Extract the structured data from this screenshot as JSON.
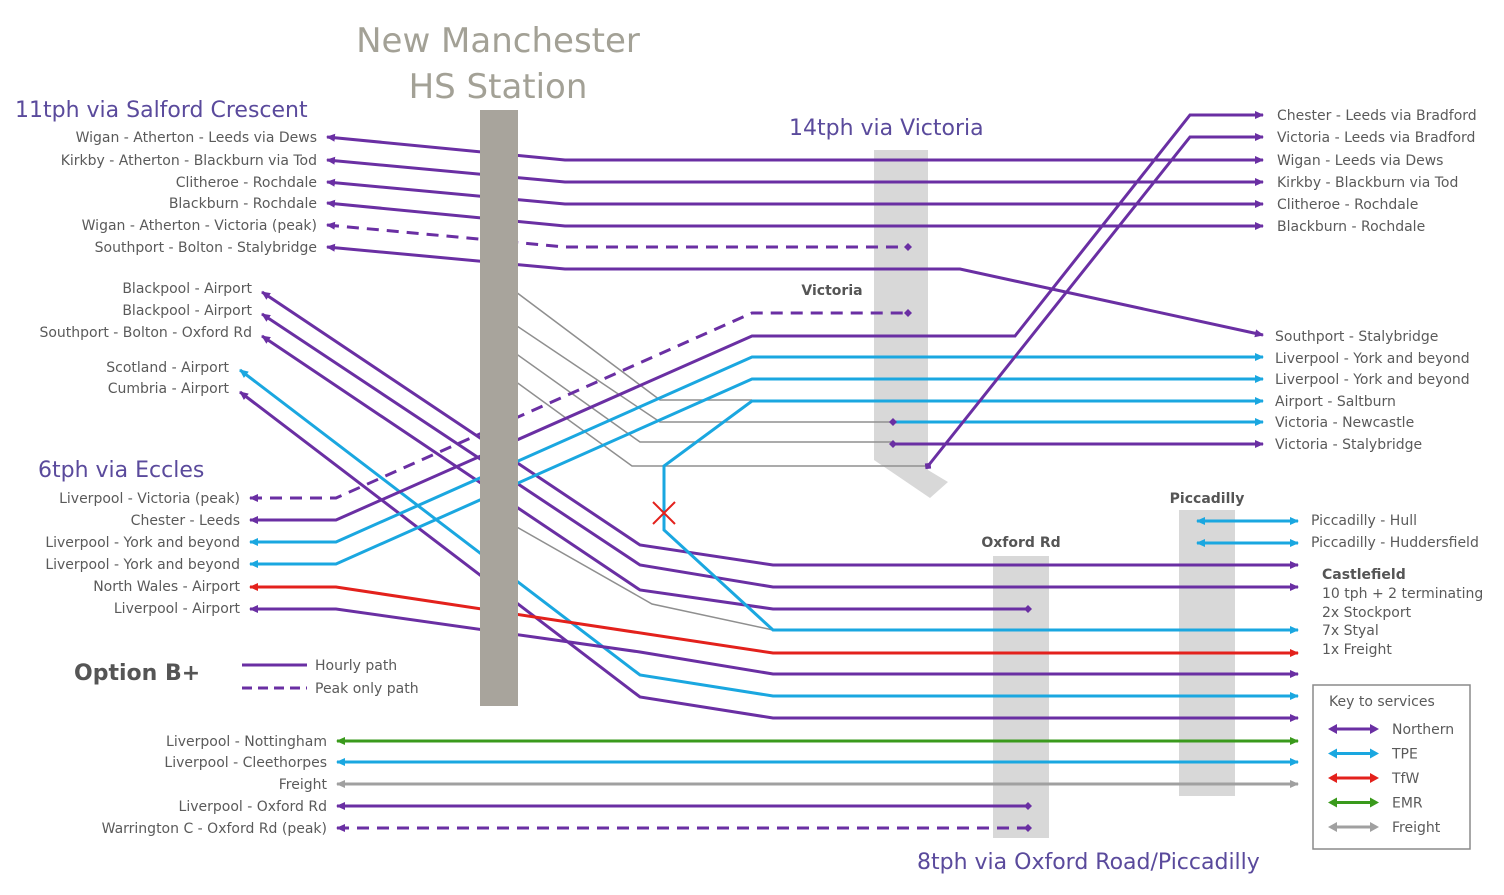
{
  "colors": {
    "northern": "#6a2fa3",
    "tpe": "#1aa7e0",
    "tfw": "#e3211c",
    "emr": "#3a9a1c",
    "freight": "#a0a0a0",
    "station_block": "#d8d8d8",
    "hs_station": "#a8a49c",
    "grey_link": "#8f8f8f",
    "heading": "#5a4a9c"
  },
  "title": {
    "line1": "New Manchester",
    "line2": "HS Station"
  },
  "headings": {
    "salford": "11tph via Salford Crescent",
    "victoria": "14tph via Victoria",
    "eccles": "6tph via Eccles",
    "oxford_piccadilly": "8tph via Oxford Road/Piccadilly"
  },
  "stations": {
    "victoria": "Victoria",
    "oxford_rd": "Oxford Rd",
    "piccadilly": "Piccadilly"
  },
  "left_labels": {
    "salford": [
      "Wigan - Atherton - Leeds via Dews",
      "Kirkby - Atherton - Blackburn via Tod",
      "Clitheroe - Rochdale",
      "Blackburn - Rochdale",
      "Wigan - Atherton - Victoria (peak)",
      "Southport - Bolton - Stalybridge"
    ],
    "airport": [
      "Blackpool - Airport",
      "Blackpool - Airport",
      "Southport - Bolton - Oxford Rd",
      "Scotland - Airport",
      "Cumbria - Airport"
    ],
    "eccles": [
      "Liverpool - Victoria (peak)",
      "Chester - Leeds",
      "Liverpool - York and beyond",
      "Liverpool - York and beyond",
      "North Wales - Airport",
      "Liverpool - Airport"
    ],
    "bottom": [
      "Liverpool - Nottingham",
      "Liverpool - Cleethorpes",
      "Freight",
      "Liverpool - Oxford Rd",
      "Warrington C - Oxford Rd (peak)"
    ]
  },
  "right_labels": {
    "victoria_top": [
      "Chester - Leeds via Bradford",
      "Victoria - Leeds via Bradford",
      "Wigan - Leeds via Dews",
      "Kirkby - Blackburn via Tod",
      "Clitheroe - Rochdale",
      "Blackburn - Rochdale"
    ],
    "victoria_mid": [
      "Southport - Stalybridge",
      "Liverpool - York and beyond",
      "Liverpool - York and beyond",
      "Airport - Saltburn",
      "Victoria - Newcastle",
      "Victoria - Stalybridge"
    ],
    "piccadilly": [
      "Piccadilly - Hull",
      "Piccadilly - Huddersfield"
    ],
    "castlefield": {
      "title": "Castlefield",
      "lines": [
        "10 tph + 2 terminating",
        "2x Stockport",
        "7x Styal",
        "1x Freight"
      ]
    }
  },
  "legend_paths": {
    "option": "Option B+",
    "hourly": "Hourly path",
    "peak": "Peak only path"
  },
  "key": {
    "title": "Key to services",
    "items": [
      {
        "name": "Northern",
        "color": "#6a2fa3"
      },
      {
        "name": "TPE",
        "color": "#1aa7e0"
      },
      {
        "name": "TfW",
        "color": "#e3211c"
      },
      {
        "name": "EMR",
        "color": "#3a9a1c"
      },
      {
        "name": "Freight",
        "color": "#a0a0a0"
      }
    ]
  }
}
